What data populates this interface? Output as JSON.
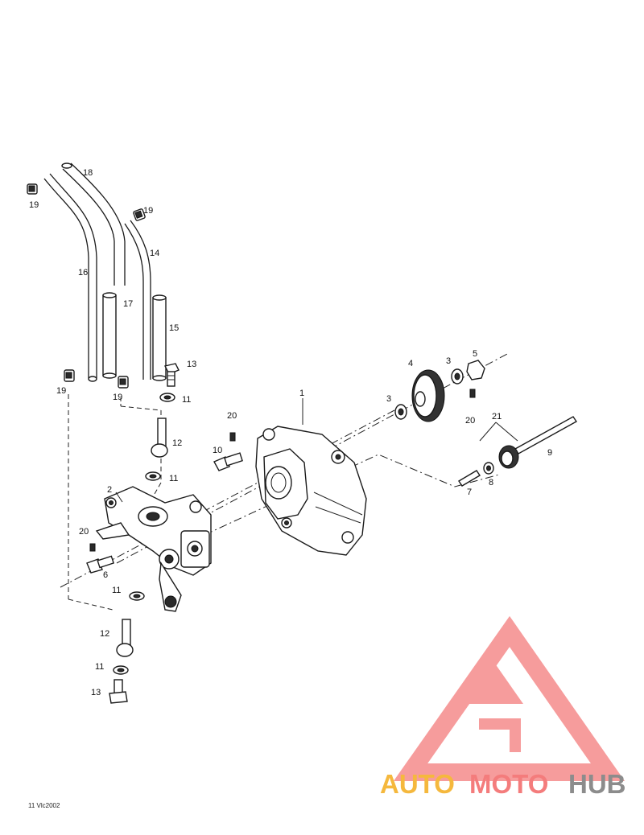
{
  "labels": {
    "p1": "1",
    "p2": "2",
    "p3a": "3",
    "p3b": "3",
    "p4": "4",
    "p5": "5",
    "p6": "6",
    "p7": "7",
    "p8": "8",
    "p9": "9",
    "p10": "10",
    "p11a": "11",
    "p11b": "11",
    "p11c": "11",
    "p11d": "11",
    "p12a": "12",
    "p12b": "12",
    "p13a": "13",
    "p13b": "13",
    "p14": "14",
    "p15": "15",
    "p16": "16",
    "p17": "17",
    "p18": "18",
    "p19a": "19",
    "p19b": "19",
    "p19c": "19",
    "p19d": "19",
    "p20a": "20",
    "p20b": "20",
    "p20c": "20",
    "p21": "21"
  },
  "logo": {
    "part1": "AUTO",
    "part2": "MOTO",
    "part3": "HUB",
    "color1": "#f5b83d",
    "color2": "#f47c7c",
    "color3": "#8c8c8c"
  },
  "drawing_code": "11 Vlc2002"
}
